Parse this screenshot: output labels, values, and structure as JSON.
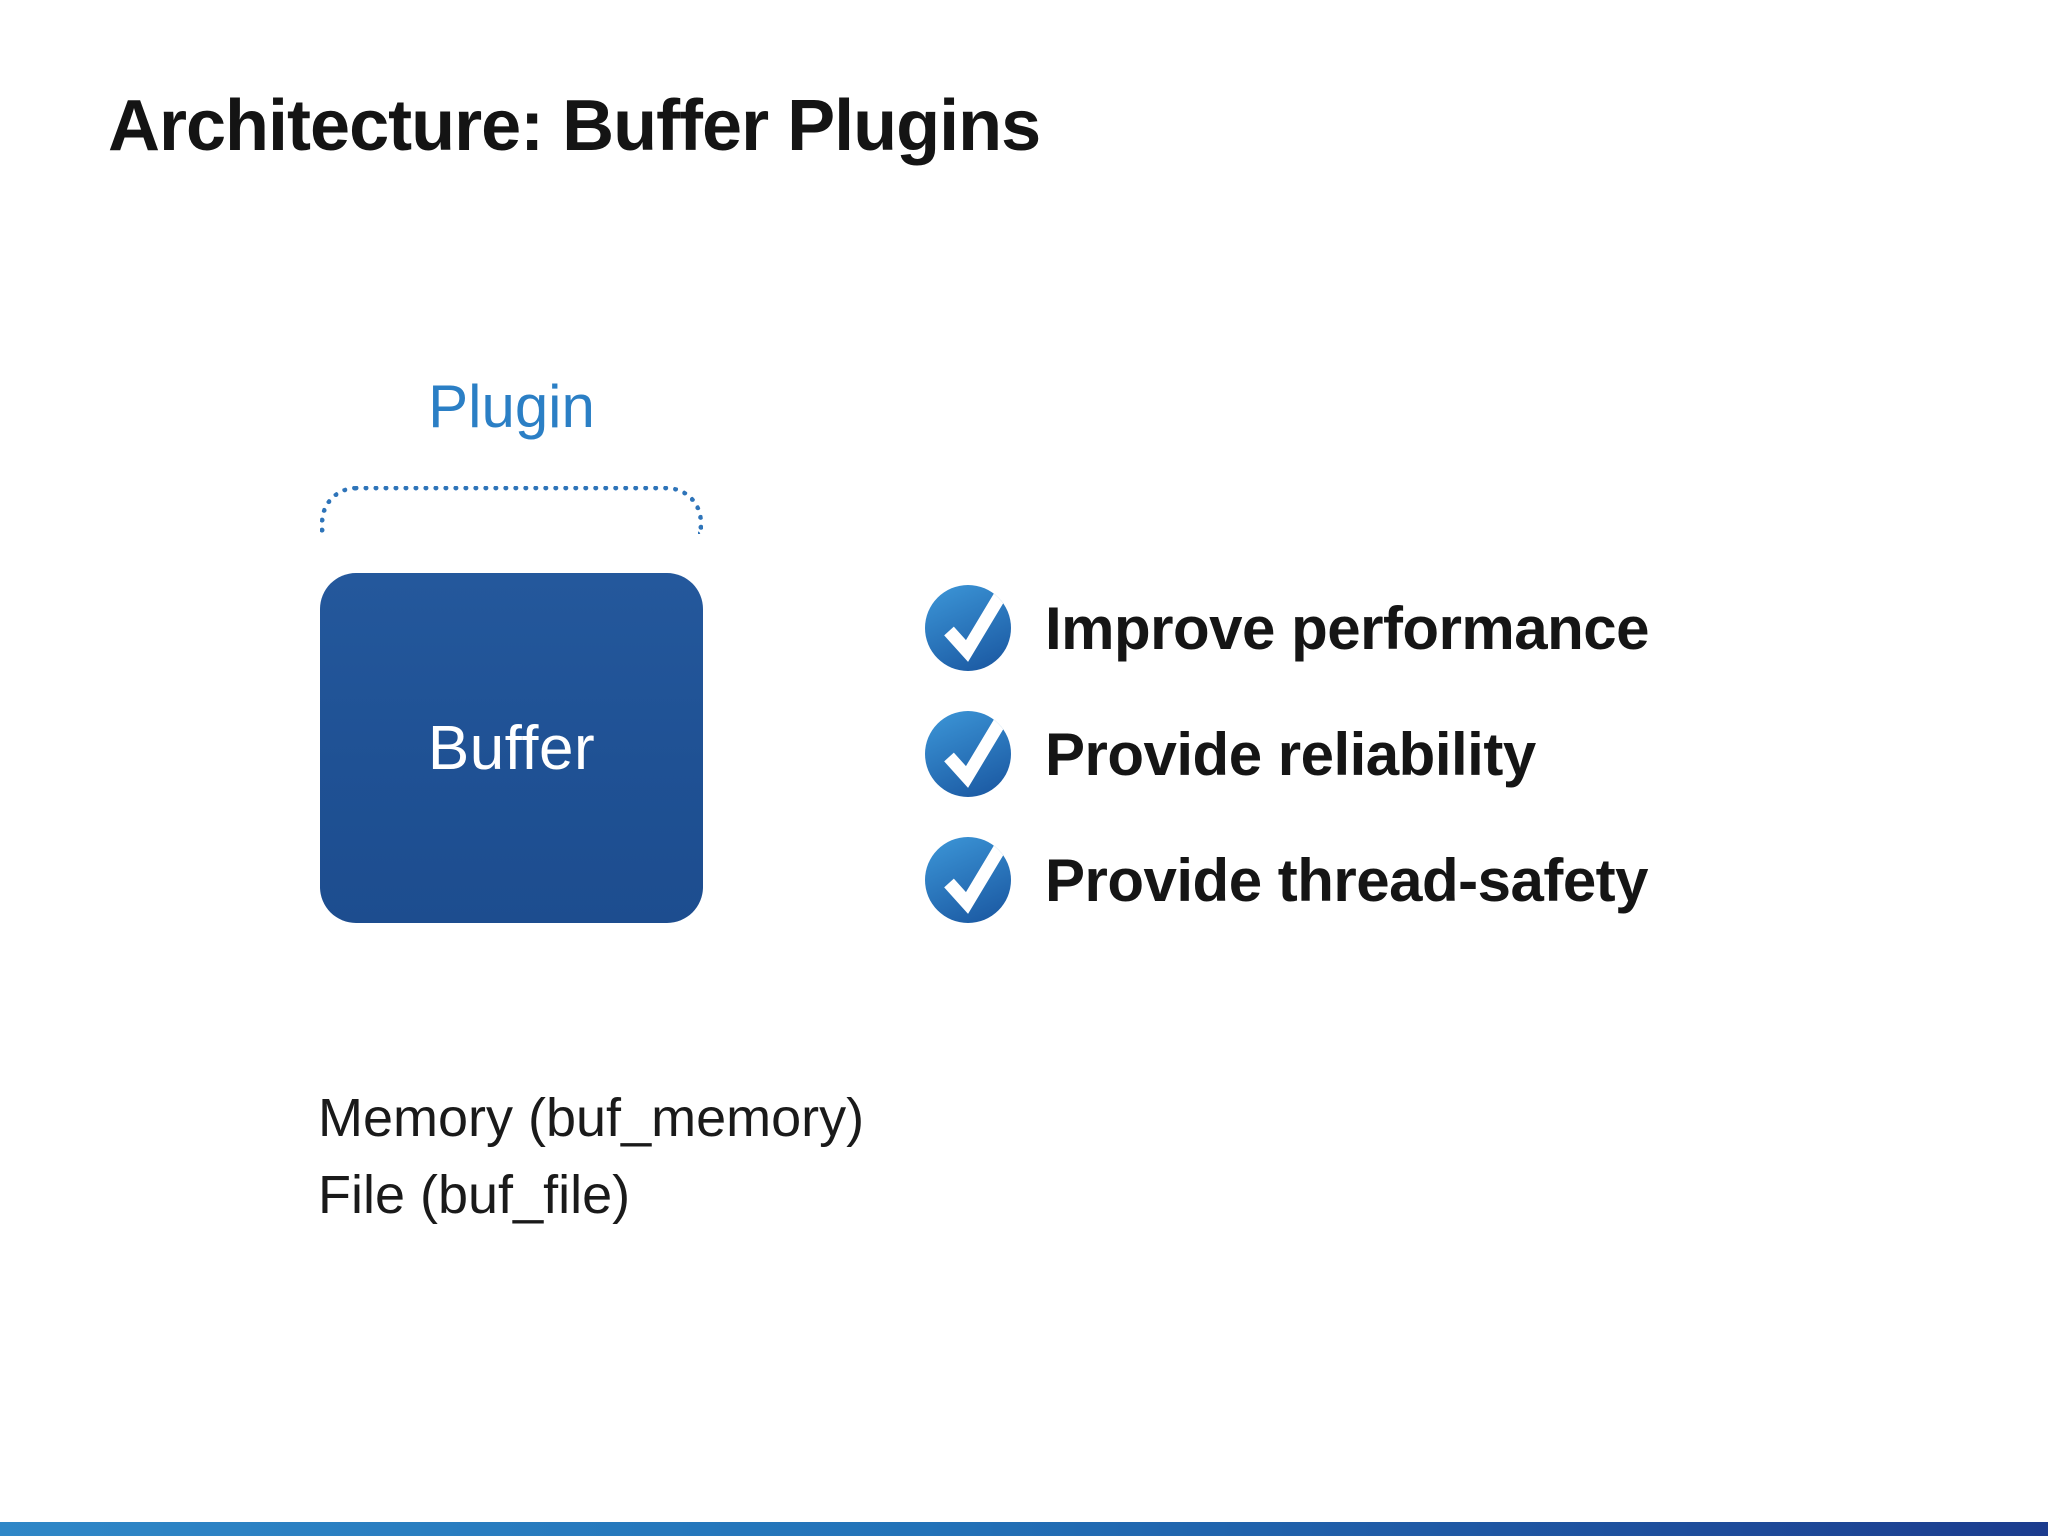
{
  "slide": {
    "title": "Architecture: Buffer Plugins",
    "diagram": {
      "plugin_label": "Plugin",
      "buffer_label": "Buffer"
    },
    "checklist": [
      {
        "label": "Improve performance"
      },
      {
        "label": "Provide reliability"
      },
      {
        "label": "Provide thread-safety"
      }
    ],
    "plugin_types": {
      "memory": "Memory (buf_memory)",
      "file": "File (buf_file)"
    },
    "colors": {
      "accent_blue": "#2b7fc5",
      "buffer_box_blue": "#1f5194",
      "dotted_outline_blue": "#2e74b9",
      "check_icon_gradient_start": "#3a92d4",
      "check_icon_gradient_end": "#1c5ba4",
      "footer_gradient_start": "#2f87c7",
      "footer_gradient_end": "#1c3c8e"
    }
  }
}
